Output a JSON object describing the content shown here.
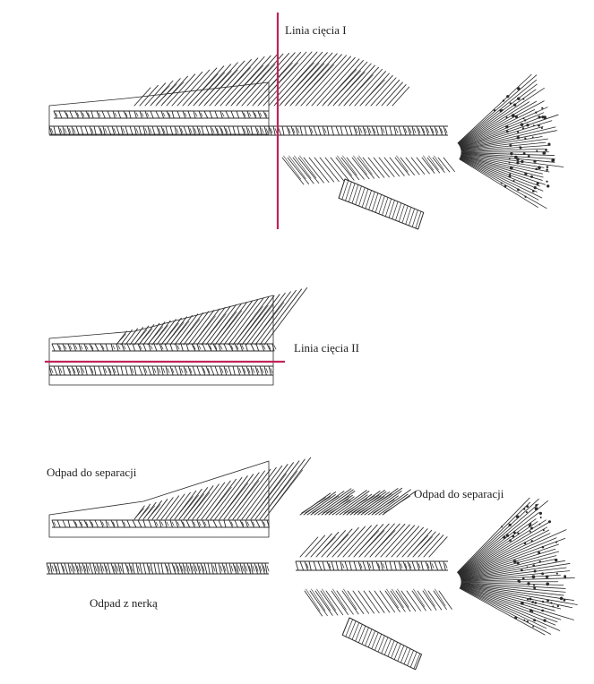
{
  "labels": {
    "cut_line_1": "Linia cięcia I",
    "cut_line_2": "Linia cięcia II",
    "separation_waste_left": "Odpad do separacji",
    "separation_waste_right": "Odpad do separacji",
    "waste_with_tail": "Odpad z nerką"
  },
  "colors": {
    "cut_line": "#c0245a",
    "ink": "#2a2a2a",
    "background": "#ffffff"
  }
}
